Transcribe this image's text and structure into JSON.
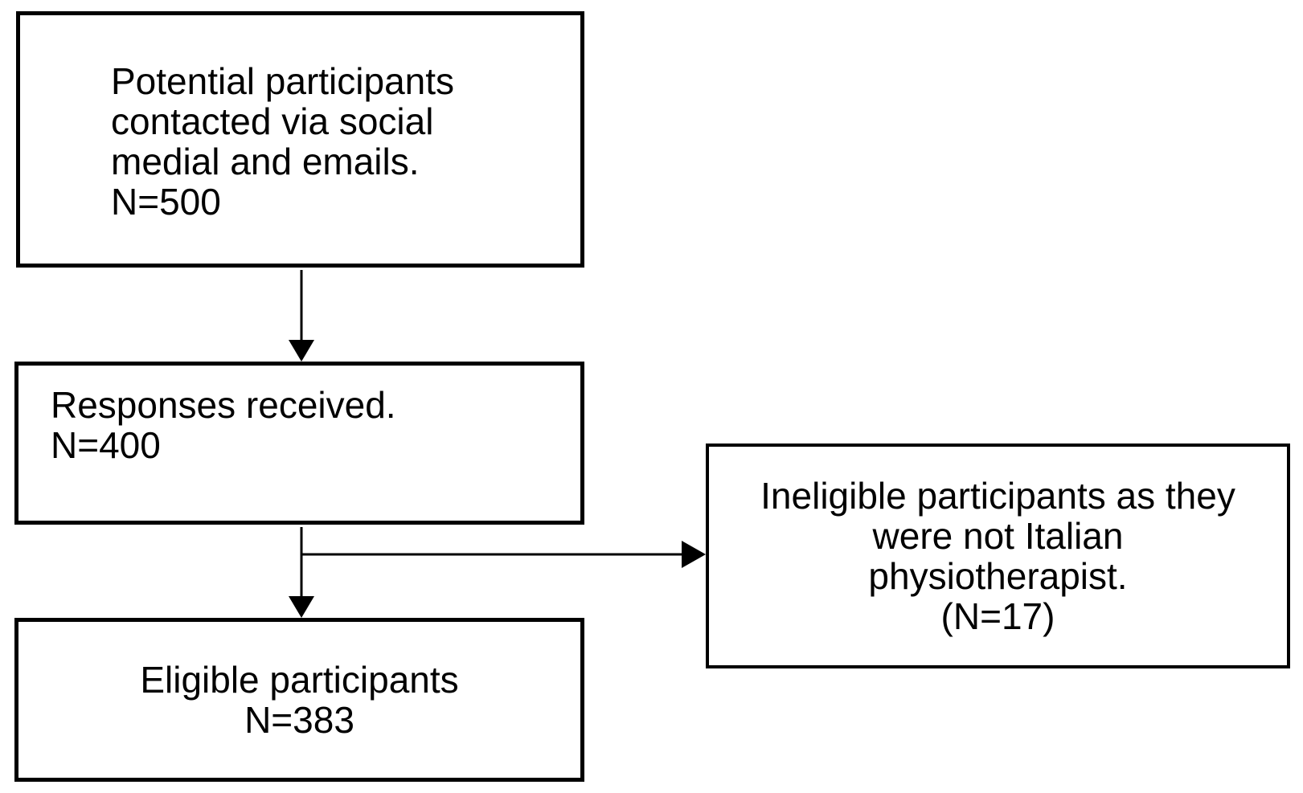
{
  "figure": {
    "type": "flowchart",
    "background_color": "#ffffff",
    "line_color": "#000000",
    "boxes": {
      "contacted": {
        "lines": [
          "Potential participants",
          "contacted via social",
          "medial and emails.",
          "N=500"
        ],
        "n": 500
      },
      "responses": {
        "lines": [
          "Responses received.",
          "N=400"
        ],
        "n": 400
      },
      "eligible": {
        "lines": [
          "Eligible participants",
          "N=383"
        ],
        "n": 383
      },
      "ineligible": {
        "lines": [
          "Ineligible participants as they",
          "were not Italian",
          "physiotherapist.",
          "(N=17)"
        ],
        "n": 17
      }
    },
    "flow": [
      {
        "from": "contacted",
        "to": "responses"
      },
      {
        "from": "responses",
        "to": "eligible"
      },
      {
        "from": "responses",
        "to": "ineligible"
      }
    ]
  }
}
